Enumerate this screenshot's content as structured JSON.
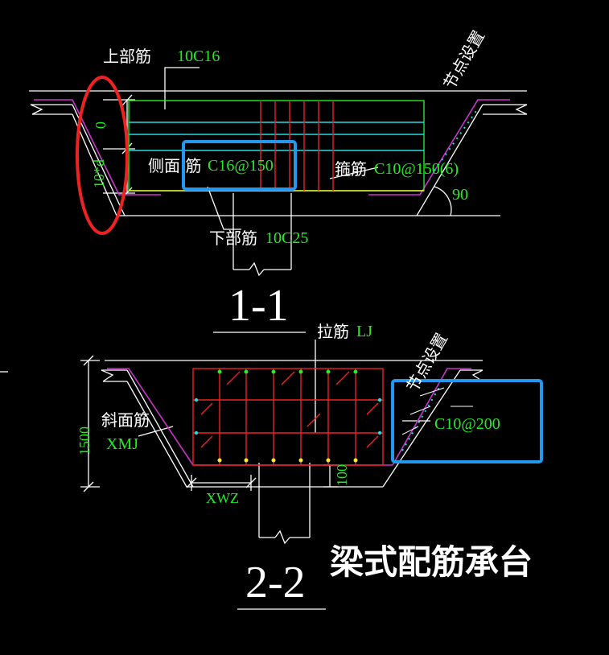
{
  "colors": {
    "background": "#000000",
    "outline": "#ffffff",
    "magenta": "#cc33cc",
    "green": "#22ee22",
    "cyan": "#22dddd",
    "red": "#ee2222",
    "yellow": "#eeee33",
    "highlight_blue": "#2299ee",
    "highlight_red": "#ee2222"
  },
  "section_1": {
    "title": "1-1",
    "top_bar": {
      "name": "上部筋",
      "spec": "10C16"
    },
    "side_bar": {
      "name": "侧面 筋",
      "spec": "C16@150"
    },
    "stirrup": {
      "name": "箍筋",
      "spec": "C10@150(6)"
    },
    "bottom_bar": {
      "name": "下部筋",
      "spec": "10C25"
    },
    "node_setting": "节点设置",
    "dim_top": "0",
    "dim_anchor": "10*d",
    "angle": "90"
  },
  "section_2": {
    "title": "2-2",
    "tie_bar": {
      "name": "拉筋",
      "spec": "LJ"
    },
    "node_setting": "节点设置",
    "slope_bar": {
      "name": "斜面筋",
      "spec": "XMJ"
    },
    "dim_height": "1500",
    "dim_bottom": "100",
    "dim_xwz": "XWZ",
    "slope_spec": "C10@200"
  },
  "caption": "梁式配筋承台"
}
